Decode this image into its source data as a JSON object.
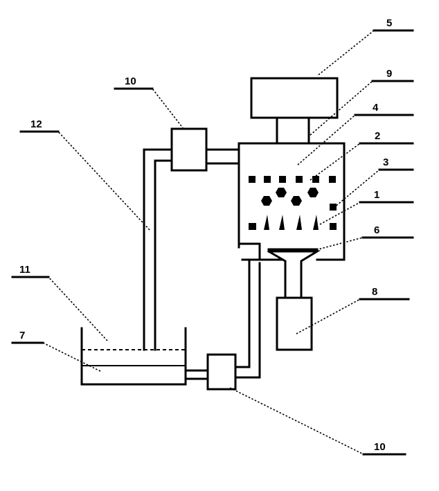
{
  "callouts": [
    {
      "id": "5",
      "text": "5"
    },
    {
      "id": "9",
      "text": "9"
    },
    {
      "id": "4",
      "text": "4"
    },
    {
      "id": "2",
      "text": "2"
    },
    {
      "id": "3",
      "text": "3"
    },
    {
      "id": "1",
      "text": "1"
    },
    {
      "id": "6",
      "text": "6"
    },
    {
      "id": "8",
      "text": "8"
    },
    {
      "id": "10-top",
      "text": "10"
    },
    {
      "id": "12",
      "text": "12"
    },
    {
      "id": "11",
      "text": "11"
    },
    {
      "id": "7",
      "text": "7"
    },
    {
      "id": "10-bottom",
      "text": "10"
    }
  ]
}
